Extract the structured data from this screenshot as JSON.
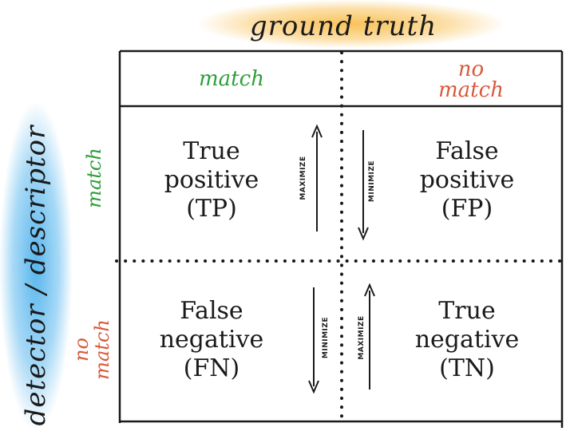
{
  "header": {
    "column_axis": "ground truth",
    "row_axis": "detector / descriptor"
  },
  "columns": [
    {
      "label": "match",
      "color": "#2f9e3a"
    },
    {
      "label": "no\nmatch",
      "color": "#d9593a"
    }
  ],
  "rows": [
    {
      "label": "match",
      "color": "#2f9e3a"
    },
    {
      "label": "no\nmatch",
      "color": "#d9593a"
    }
  ],
  "cells": {
    "tp": {
      "line1": "True",
      "line2": "positive",
      "line3": "(TP)"
    },
    "fp": {
      "line1": "False",
      "line2": "positive",
      "line3": "(FP)"
    },
    "fn": {
      "line1": "False",
      "line2": "negative",
      "line3": "(FN)"
    },
    "tn": {
      "line1": "True",
      "line2": "negative",
      "line3": "(TN)"
    }
  },
  "arrows": {
    "tp": "MAXIMIZE",
    "fp": "MINIMIZE",
    "fn": "MINIMIZE",
    "tn": "MAXIMIZE"
  }
}
